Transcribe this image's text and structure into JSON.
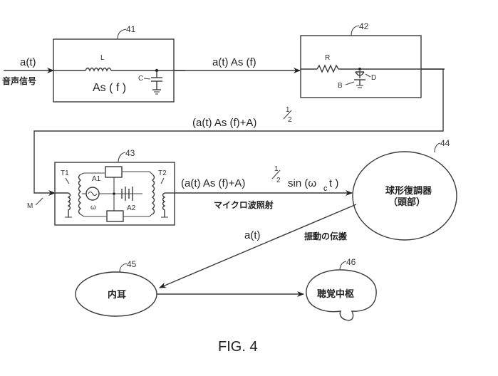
{
  "figure": {
    "caption": "FIG. 4"
  },
  "blocks": {
    "b41": {
      "ref": "41",
      "input_signal": "a(t)",
      "input_label": "音声信号",
      "inductor_label": "L",
      "capacitor_label": "C",
      "transfer_label": "As ( f )"
    },
    "b42": {
      "ref": "42",
      "resistor_label": "R",
      "diode_label": "D",
      "bias_label": "B"
    },
    "b43": {
      "ref": "43",
      "input_ref": "M",
      "transformer1_label": "T1",
      "transformer2_label": "T2",
      "amp1_label": "A1",
      "amp2_label": "A2",
      "oscillator_label": "ω"
    },
    "b44": {
      "ref": "44",
      "label_line1": "球形復調器",
      "label_line2": "（頭部）"
    },
    "b45": {
      "ref": "45",
      "label": "内耳"
    },
    "b46": {
      "ref": "46",
      "label": "聴覚中枢"
    }
  },
  "signals": {
    "s41_42": "a(t) As (f)",
    "s42_43_main": "(a(t) As (f)+A)",
    "s42_43_exp_num": "1",
    "s42_43_exp_den": "2",
    "s43_44_main": "(a(t) As (f)+A)",
    "s43_44_exp_num": "1",
    "s43_44_exp_den": "2",
    "s43_44_tail": "sin (ω",
    "s43_44_sub": "c",
    "s43_44_end": "t )",
    "s43_44_caption": "マイクロ波照射",
    "s44_45": "a(t)",
    "s44_45_caption": "振動の伝搬"
  }
}
